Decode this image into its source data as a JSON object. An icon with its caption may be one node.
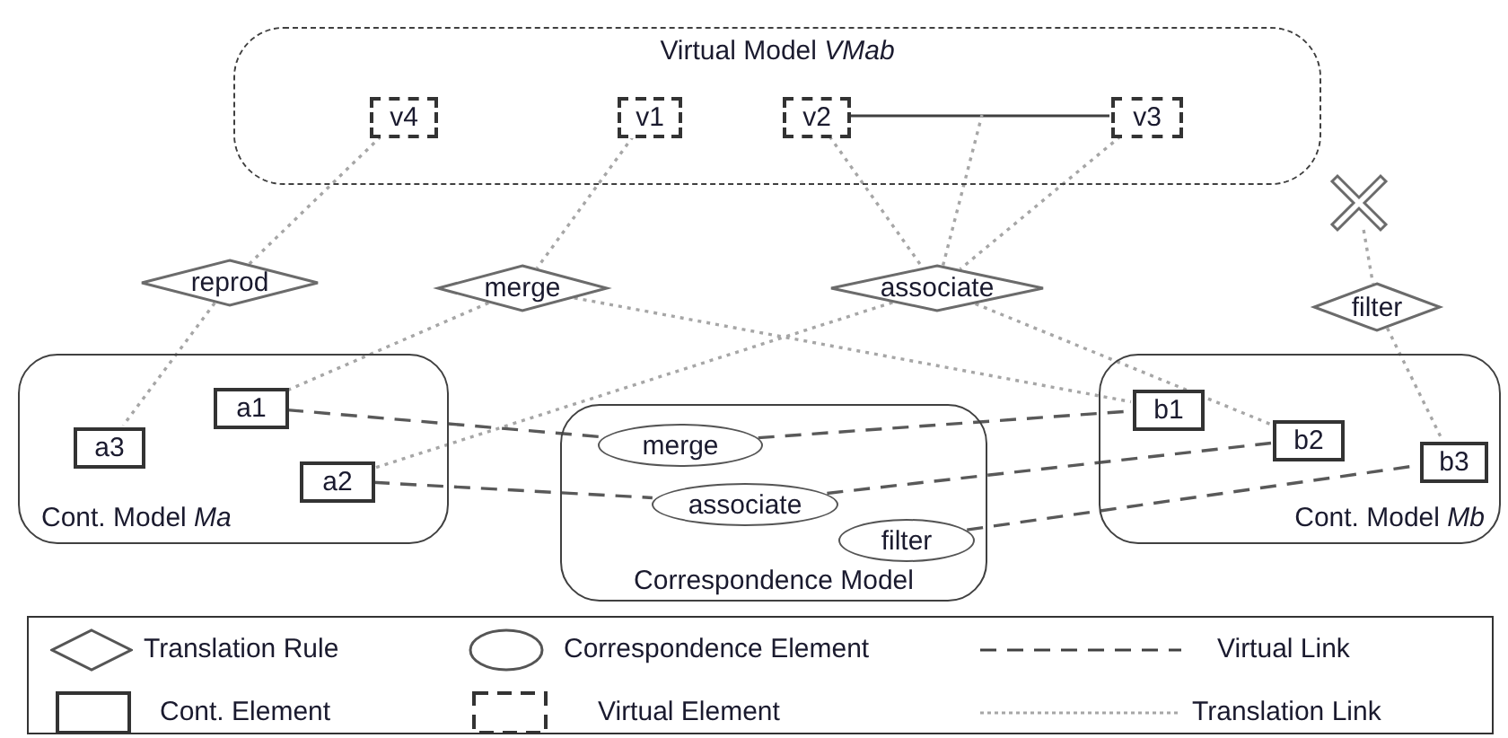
{
  "diagram": {
    "nodes": [
      {
        "text": [
          "Virtual Model *VMab*"
        ]
      },
      {
        "text": [
          "v4"
        ],
        "in": 0
      },
      {
        "text": [
          "v1"
        ],
        "in": 0
      },
      {
        "text": [
          "v2"
        ],
        "in": 0
      },
      {
        "text": [
          "v3"
        ],
        "in": 0
      },
      {
        "text": [],
        "shape": "cross"
      },
      {
        "text": [
          "reprod"
        ]
      },
      {
        "text": [
          "merge"
        ]
      },
      {
        "text": [
          "associate"
        ]
      },
      {
        "text": [
          "filter"
        ]
      },
      {
        "text": [
          "Cont. Model *Ma*"
        ]
      },
      {
        "text": [
          "a1"
        ],
        "in": 10
      },
      {
        "text": [
          "a3"
        ],
        "in": 10
      },
      {
        "text": [
          "a2"
        ],
        "in": 10
      },
      {
        "text": [
          "Correspondence Model"
        ]
      },
      {
        "text": [
          "merge"
        ],
        "in": 14
      },
      {
        "text": [
          "associate"
        ],
        "in": 14
      },
      {
        "text": [
          "filter"
        ],
        "in": 14
      },
      {
        "text": [
          "Cont. Model *Mb*"
        ]
      },
      {
        "text": [
          "b1"
        ],
        "in": 18
      },
      {
        "text": [
          "b2"
        ],
        "in": 18
      },
      {
        "text": [
          "b3"
        ],
        "in": 18
      }
    ],
    "edges": [
      {
        "from": 3,
        "to": 4,
        "arrow": "none",
        "color": "#404040"
      },
      {
        "from": 1,
        "to": 6,
        "arrow": "none",
        "style": "dashed"
      },
      {
        "from": 6,
        "to": 12,
        "arrow": "none",
        "style": "dashed"
      },
      {
        "from": 2,
        "to": 7,
        "arrow": "none",
        "style": "dashed"
      },
      {
        "from": 7,
        "to": 11,
        "arrow": "none",
        "style": "dashed"
      },
      {
        "from": 7,
        "to": 19,
        "arrow": "none",
        "style": "dashed"
      },
      {
        "from": 3,
        "to": 8,
        "arrow": "none",
        "style": "dashed"
      },
      {
        "from": 8,
        "to": null,
        "arrow": "none",
        "style": "dashed"
      },
      {
        "from": 4,
        "to": 8,
        "arrow": "none",
        "style": "dashed"
      },
      {
        "from": 8,
        "to": 13,
        "arrow": "none",
        "style": "dashed"
      },
      {
        "from": 8,
        "to": 20,
        "arrow": "none",
        "style": "dashed"
      },
      {
        "from": 5,
        "to": 9,
        "arrow": "none",
        "style": "dashed"
      },
      {
        "from": 9,
        "to": 21,
        "arrow": "none",
        "style": "dashed"
      },
      {
        "from": 11,
        "to": 15,
        "arrow": "none",
        "style": "dashed",
        "color": "#595959"
      },
      {
        "from": 15,
        "to": 19,
        "arrow": "none",
        "style": "dashed",
        "color": "#595959"
      },
      {
        "from": 13,
        "to": 16,
        "arrow": "none",
        "style": "dashed",
        "color": "#595959"
      },
      {
        "from": 16,
        "to": 20,
        "arrow": "none",
        "style": "dashed",
        "color": "#595959"
      },
      {
        "from": 17,
        "to": 21,
        "arrow": "none",
        "style": "dashed",
        "color": "#595959"
      }
    ],
    "legend": [
      {
        "text": "Translation Rule"
      },
      {
        "text": "Correspondence Element"
      },
      {
        "text": "Virtual Link"
      },
      {
        "text": "Cont. Element"
      },
      {
        "text": "Virtual Element"
      },
      {
        "text": "Translation Link"
      }
    ]
  }
}
